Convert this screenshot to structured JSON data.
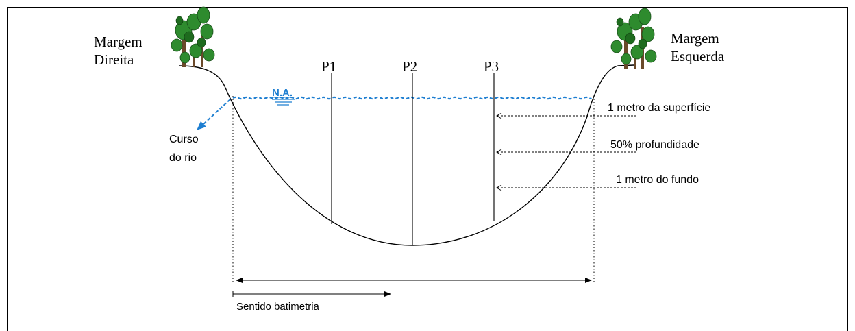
{
  "banks": {
    "right": {
      "line1": "Margem",
      "line2": "Direita"
    },
    "left": {
      "line1": "Margem",
      "line2": "Esquerda"
    }
  },
  "verticals": [
    {
      "label": "P1"
    },
    {
      "label": "P2"
    },
    {
      "label": "P3"
    }
  ],
  "water_level": {
    "label": "N.A.",
    "color": "#1f7fd1"
  },
  "flow": {
    "line1": "Curso",
    "line2": "do rio"
  },
  "depth_points": [
    {
      "label": "1 metro da superfície"
    },
    {
      "label": "50% profundidade"
    },
    {
      "label": "1 metro do fundo"
    }
  ],
  "direction": {
    "label": "Sentido batimetria"
  },
  "colors": {
    "water": "#1f7fd1",
    "tree_foliage": "#2e8b2e",
    "tree_trunk": "#6b4a2b",
    "lines": "#000000"
  }
}
